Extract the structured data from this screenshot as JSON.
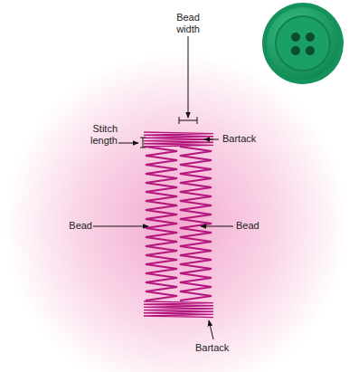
{
  "diagram": {
    "labels": [
      "Bead width",
      "Bartack",
      "Stitch length",
      "Bead",
      "Bead",
      "Bartack"
    ]
  }
}
